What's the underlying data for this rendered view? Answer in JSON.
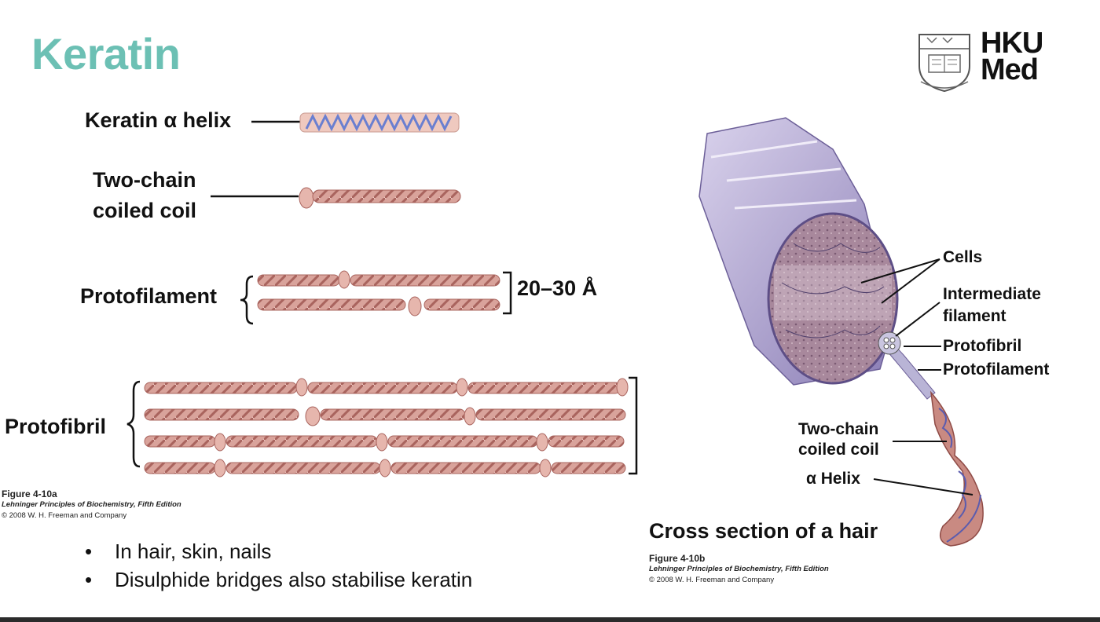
{
  "slide": {
    "title": "Keratin"
  },
  "logo": {
    "text_line1": "HKU",
    "text_line2": "Med",
    "crest_icon": "university-crest-icon"
  },
  "figure_a": {
    "labels": {
      "alpha_helix": "Keratin α helix",
      "two_chain_line1": "Two-chain",
      "two_chain_line2": "coiled coil",
      "protofilament": "Protofilament",
      "dimension": "20–30 Å",
      "protofibril": "Protofibril"
    },
    "caption": {
      "figure": "Figure 4-10a",
      "book": "Lehninger Principles of Biochemistry, Fifth Edition",
      "copyright": "© 2008 W. H. Freeman and Company"
    }
  },
  "figure_b": {
    "labels": {
      "cells": "Cells",
      "intermediate_line1": "Intermediate",
      "intermediate_line2": "filament",
      "protofibril": "Protofibril",
      "protofilament": "Protofilament",
      "two_chain_line1": "Two-chain",
      "two_chain_line2": "coiled coil",
      "alpha_helix": "α Helix"
    },
    "title": "Cross section of a hair",
    "caption": {
      "figure": "Figure 4-10b",
      "book": "Lehninger Principles of Biochemistry, Fifth Edition",
      "copyright": "© 2008 W. H. Freeman and Company"
    }
  },
  "bullets": [
    "In hair, skin, nails",
    "Disulphide bridges also stabilise keratin"
  ],
  "colors": {
    "title": "#6cc0b4",
    "helix_blue": "#6a7fd0",
    "coil_pink": "#c98a82",
    "coil_dark": "#9b5a55",
    "hair_purple": "#a79ccc",
    "bottom_bar": "#2b2b2b"
  }
}
